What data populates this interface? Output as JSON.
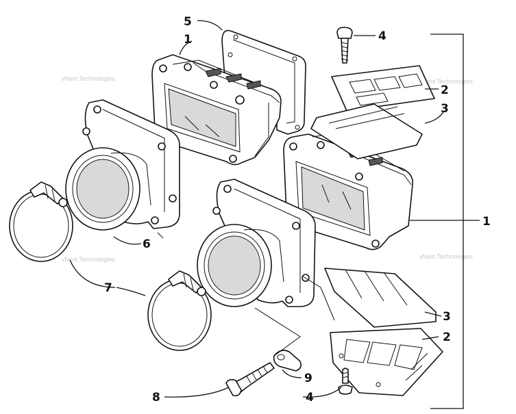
{
  "diagram": {
    "callouts": {
      "c5": "5",
      "c1_top": "1",
      "c4_top": "4",
      "c2_top": "2",
      "c3_top": "3",
      "c1_right": "1",
      "c6": "6",
      "c7": "7",
      "c3_bottom": "3",
      "c2_bottom": "2",
      "c9": "9",
      "c8": "8",
      "c4_bottom": "4"
    },
    "watermark": "vNext Technologies"
  }
}
